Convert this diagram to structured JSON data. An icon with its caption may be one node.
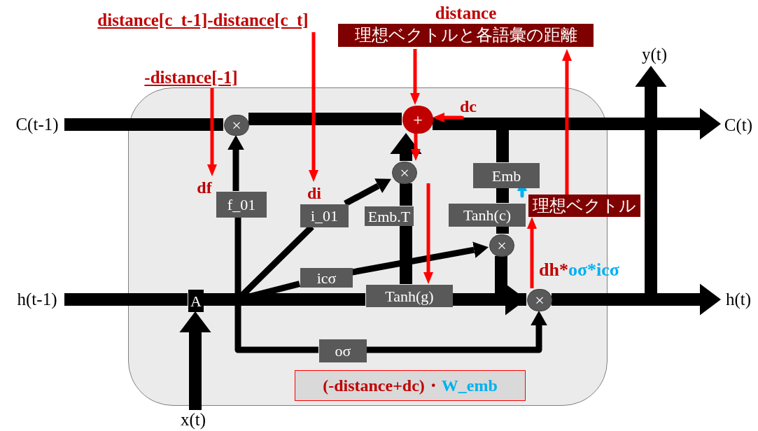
{
  "diagram": {
    "nodes": [
      {
        "text": [
          "distance[c_t-1]-distance[c_t]"
        ]
      },
      {
        "text": [
          "distance",
          "理想ベクトルと各語彙の距離"
        ]
      },
      {
        "text": [
          "y(t)"
        ]
      },
      {
        "text": [
          "-distance[-1]"
        ]
      },
      {
        "text": [],
        "shape": "box"
      },
      {
        "text": [
          "C(t-1)"
        ]
      },
      {
        "text": [
          "×"
        ],
        "in": 4
      },
      {
        "text": [
          "+"
        ],
        "in": 4
      },
      {
        "text": [
          "dc"
        ],
        "in": 4
      },
      {
        "text": [
          "C(t)"
        ]
      },
      {
        "text": [
          "×"
        ],
        "in": 4
      },
      {
        "text": [
          "Emb"
        ],
        "in": 4
      },
      {
        "text": [
          "df"
        ],
        "in": 4
      },
      {
        "text": [
          "f_01"
        ],
        "in": 4
      },
      {
        "text": [
          "di"
        ],
        "in": 4
      },
      {
        "text": [
          "i_01"
        ],
        "in": 4
      },
      {
        "text": [
          "Emb.T"
        ],
        "in": 4
      },
      {
        "text": [
          "Tanh(c)"
        ],
        "in": 4
      },
      {
        "text": [
          "理想ベクトル"
        ]
      },
      {
        "text": [
          "(-distance+dc)・",
          "W_emb"
        ],
        "in": 4
      },
      {
        "text": [
          "×"
        ],
        "in": 4
      },
      {
        "text": [
          "dh*",
          "oσ*icσ"
        ]
      },
      {
        "text": [
          "icσ"
        ],
        "in": 4
      },
      {
        "text": [
          "h(t-1)"
        ]
      },
      {
        "text": [
          "A"
        ],
        "in": 4
      },
      {
        "text": [
          "Tanh(g)"
        ],
        "in": 4
      },
      {
        "text": [
          "×"
        ],
        "in": 4
      },
      {
        "text": [
          "h(t)"
        ]
      },
      {
        "text": [
          "oσ"
        ],
        "in": 4
      },
      {
        "text": [
          "x(t)"
        ]
      }
    ],
    "edges": [
      {
        "from": 5,
        "to": 6,
        "arrow": "none",
        "style": "thick"
      },
      {
        "from": 6,
        "to": 7,
        "arrow": "none",
        "style": "thick"
      },
      {
        "from": 7,
        "to": 9,
        "arrow": "to",
        "style": "thick"
      },
      {
        "from": 13,
        "to": 6,
        "arrow": "to"
      },
      {
        "from": 23,
        "to": 24,
        "arrow": "none",
        "style": "thick"
      },
      {
        "from": 29,
        "to": 24,
        "arrow": "to",
        "style": "thick"
      },
      {
        "from": 24,
        "to": 13,
        "arrow": "none"
      },
      {
        "from": 24,
        "to": 15,
        "arrow": "none"
      },
      {
        "from": 15,
        "to": 10,
        "arrow": "to"
      },
      {
        "from": 24,
        "to": 22,
        "arrow": "none"
      },
      {
        "from": 22,
        "to": 20,
        "arrow": "to"
      },
      {
        "from": 24,
        "to": 28,
        "arrow": "none"
      },
      {
        "from": 28,
        "to": 26,
        "arrow": "to"
      },
      {
        "from": 25,
        "to": 16,
        "arrow": "none",
        "style": "thick"
      },
      {
        "from": 16,
        "to": 10,
        "arrow": "none",
        "style": "thick"
      },
      {
        "from": 10,
        "to": 7,
        "arrow": "to",
        "style": "thick"
      },
      {
        "from": 7,
        "to": 11,
        "arrow": "none",
        "style": "thick"
      },
      {
        "from": 11,
        "to": 17,
        "arrow": "none",
        "style": "thick"
      },
      {
        "from": 17,
        "to": 20,
        "arrow": "none",
        "style": "thick"
      },
      {
        "from": 20,
        "to": 26,
        "arrow": "to",
        "style": "thick"
      },
      {
        "from": 24,
        "to": 25,
        "arrow": "none",
        "style": "thick"
      },
      {
        "from": 25,
        "to": 26,
        "arrow": "none",
        "style": "thick"
      },
      {
        "from": 26,
        "to": 27,
        "arrow": "to",
        "style": "thick"
      },
      {
        "from": 26,
        "to": 2,
        "arrow": "to",
        "style": "thick"
      },
      {
        "from": 3,
        "to": 12,
        "arrow": "to",
        "color": "#ff0000"
      },
      {
        "from": 0,
        "to": 14,
        "arrow": "to",
        "color": "#ff0000"
      },
      {
        "from": 1,
        "to": 7,
        "arrow": "to",
        "color": "#ff0000"
      },
      {
        "from": 8,
        "to": 7,
        "arrow": "to",
        "color": "#ff0000"
      },
      {
        "from": 7,
        "to": 10,
        "arrow": "to",
        "color": "#ff0000"
      },
      {
        "from": null,
        "to": 25,
        "arrow": "to",
        "color": "#ff0000"
      },
      {
        "from": 26,
        "to": 18,
        "arrow": "to",
        "color": "#ff0000"
      },
      {
        "from": 18,
        "to": 1,
        "arrow": "to",
        "color": "#ff0000"
      },
      {
        "from": 11,
        "to": 17,
        "arrow": "to",
        "color": "#00b0f0"
      }
    ]
  }
}
